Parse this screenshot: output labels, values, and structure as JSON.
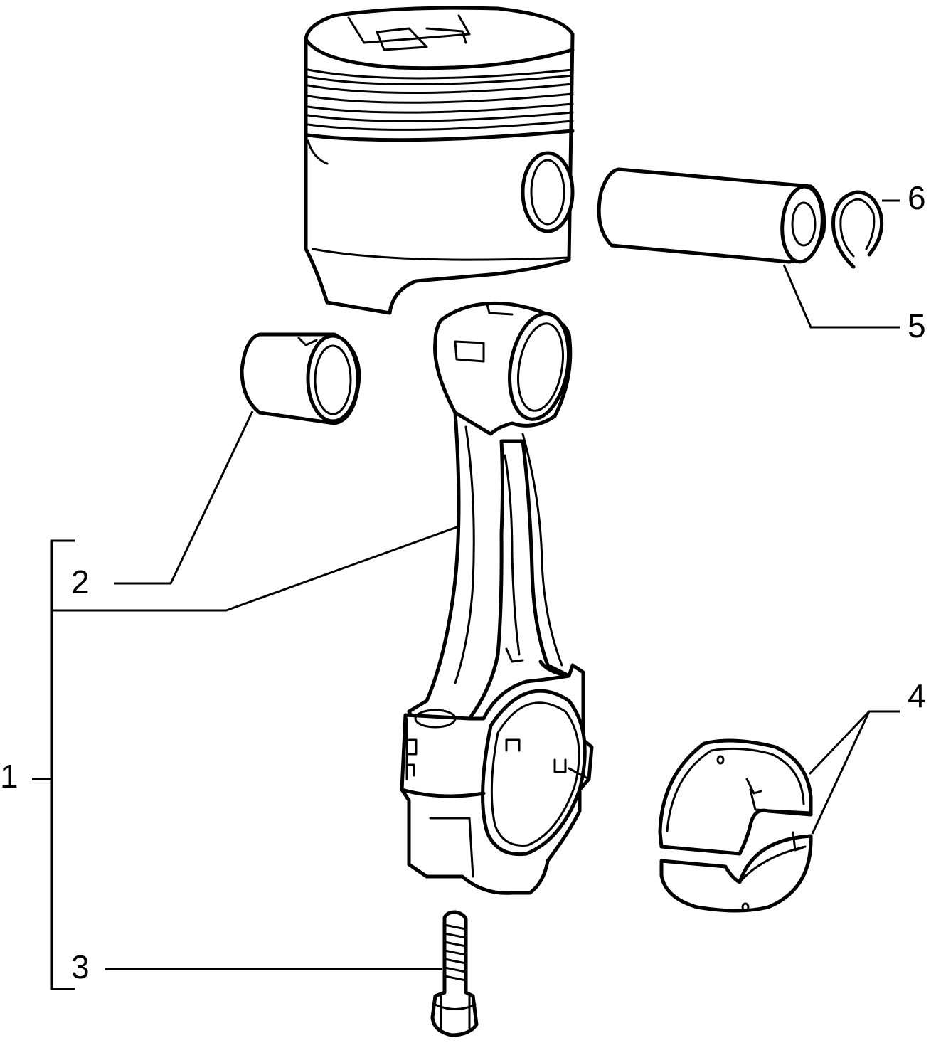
{
  "callouts": {
    "c1": "1",
    "c2": "2",
    "c3": "3",
    "c4": "4",
    "c5": "5",
    "c6": "6"
  },
  "colors": {
    "line": "#000000",
    "background": "#ffffff"
  }
}
